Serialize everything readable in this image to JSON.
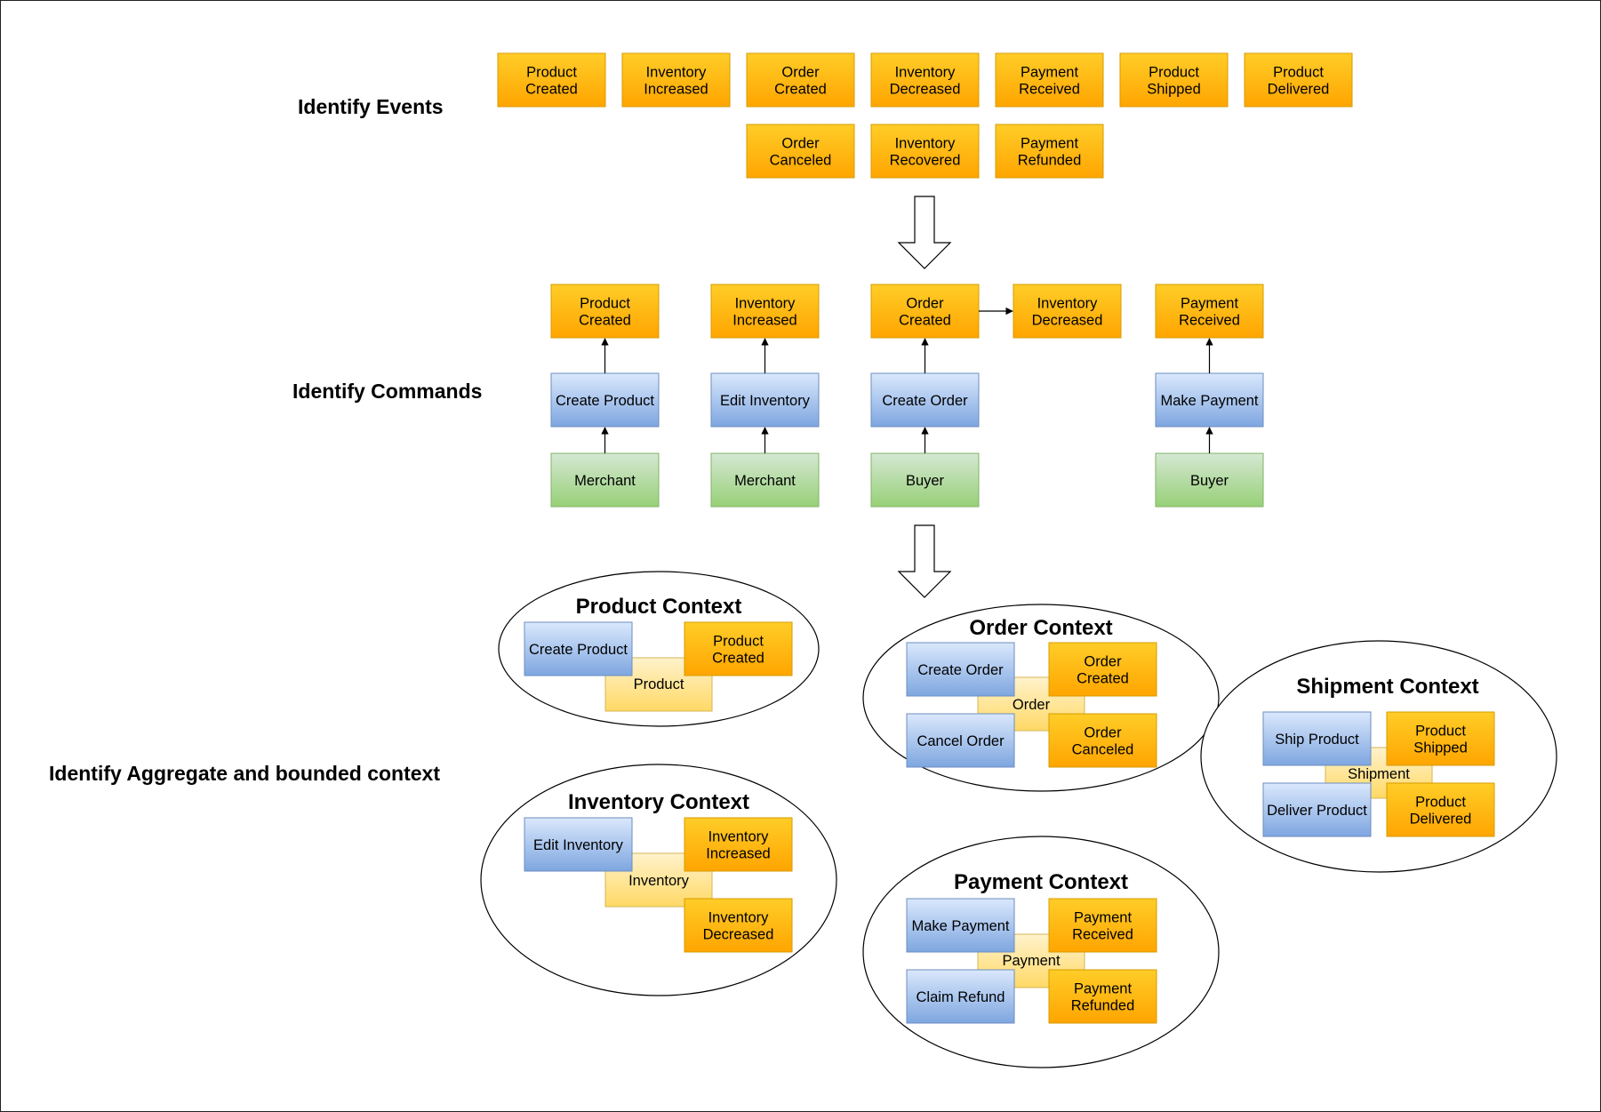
{
  "colors": {
    "event_fill_top": "#ffcd28",
    "event_fill_bottom": "#ffa500",
    "event_stroke": "#d79b00",
    "command_fill_top": "#dae8fc",
    "command_fill_bottom": "#7ea6e0",
    "command_stroke": "#6c8ebf",
    "actor_fill_top": "#d5e8d4",
    "actor_fill_bottom": "#97d077",
    "actor_stroke": "#82b366",
    "aggregate_fill_top": "#fff2cc",
    "aggregate_fill_bottom": "#ffd966",
    "aggregate_stroke": "#d6b656"
  },
  "stages": {
    "events": "Identify Events",
    "commands": "Identify Commands",
    "contexts": "Identify Aggregate and bounded context"
  },
  "events": {
    "row1": [
      "Product\nCreated",
      "Inventory\nIncreased",
      "Order\nCreated",
      "Inventory\nDecreased",
      "Payment\nReceived",
      "Product\nShipped",
      "Product\nDelivered"
    ],
    "row2": [
      "Order\nCanceled",
      "Inventory\nRecovered",
      "Payment\nRefunded"
    ]
  },
  "command_flows": [
    {
      "event": "Product\nCreated",
      "command": "Create Product",
      "actor": "Merchant"
    },
    {
      "event": "Inventory\nIncreased",
      "command": "Edit Inventory",
      "actor": "Merchant"
    },
    {
      "event": "Order\nCreated",
      "command": "Create Order",
      "actor": "Buyer",
      "follow_event": "Inventory\nDecreased"
    },
    {
      "event": "Payment\nReceived",
      "command": "Make Payment",
      "actor": "Buyer"
    }
  ],
  "contexts": {
    "product": {
      "title": "Product Context",
      "aggregate": "Product",
      "commands": [
        "Create Product"
      ],
      "events": [
        "Product\nCreated"
      ]
    },
    "order": {
      "title": "Order Context",
      "aggregate": "Order",
      "commands": [
        "Create Order",
        "Cancel Order"
      ],
      "events": [
        "Order\nCreated",
        "Order\nCanceled"
      ]
    },
    "shipment": {
      "title": "Shipment Context",
      "aggregate": "Shipment",
      "commands": [
        "Ship Product",
        "Deliver Product"
      ],
      "events": [
        "Product\nShipped",
        "Product\nDelivered"
      ]
    },
    "inventory": {
      "title": "Inventory Context",
      "aggregate": "Inventory",
      "commands": [
        "Edit Inventory"
      ],
      "events": [
        "Inventory\nIncreased",
        "Inventory\nDecreased"
      ]
    },
    "payment": {
      "title": "Payment Context",
      "aggregate": "Payment",
      "commands": [
        "Make Payment",
        "Claim Refund"
      ],
      "events": [
        "Payment\nReceived",
        "Payment\nRefunded"
      ]
    }
  }
}
